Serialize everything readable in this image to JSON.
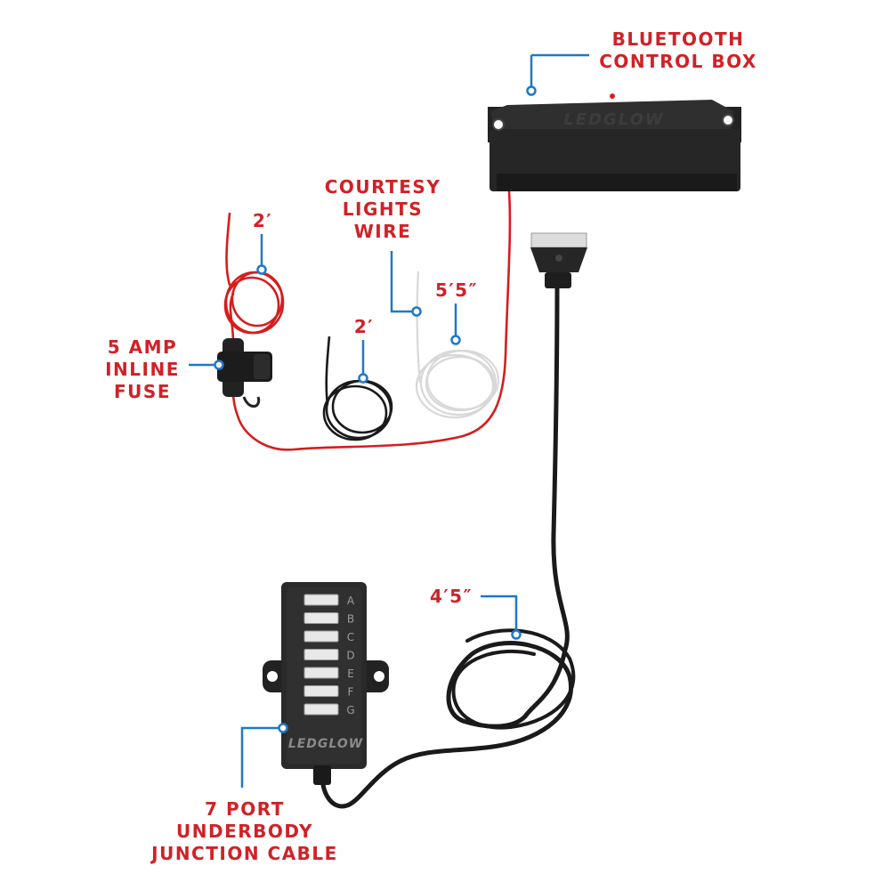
{
  "colors": {
    "label_text": "#d12127",
    "callout": "#1f78c8",
    "device_body": "#2a2a2a",
    "cable_black": "#1a1a1a",
    "wire_red": "#d41e1e",
    "wire_white": "#e6e6e6",
    "background": "#ffffff"
  },
  "labels": {
    "control_box": [
      "BLUETOOTH",
      "CONTROL BOX"
    ],
    "courtesy": [
      "COURTESY",
      "LIGHTS",
      "WIRE"
    ],
    "red_length": "2′",
    "black_length": "2′",
    "white_length": "5′5″",
    "fuse": [
      "5 AMP",
      "INLINE",
      "FUSE"
    ],
    "main_cable_length": "4′5″",
    "junction": [
      "7 PORT",
      "UNDERBODY",
      "JUNCTION CABLE"
    ]
  },
  "junction_ports": [
    "A",
    "B",
    "C",
    "D",
    "E",
    "F",
    "G"
  ],
  "icons": {
    "control_box": "bluetooth-control-box-icon",
    "fuse": "inline-fuse-holder-icon",
    "junction": "junction-box-icon",
    "connector": "ribbon-connector-icon"
  }
}
